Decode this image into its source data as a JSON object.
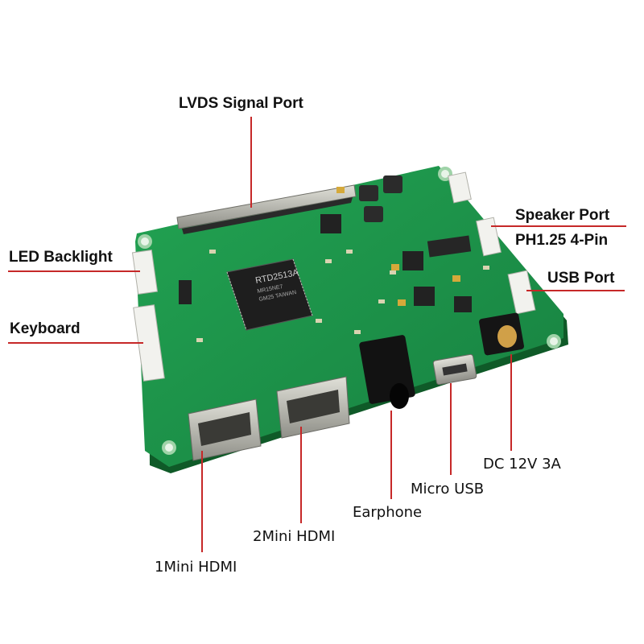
{
  "labels": {
    "lvds": "LVDS Signal Port",
    "led_backlight": "LED Backlight",
    "keyboard": "Keyboard",
    "speaker_port": "Speaker Port",
    "speaker_pin": "PH1.25 4-Pin",
    "usb_port": "USB Port",
    "dc": "DC 12V 3A",
    "micro_usb": "Micro USB",
    "earphone": "Earphone",
    "mini_hdmi_2": "2Mini HDMI",
    "mini_hdmi_1": "1Mini HDMI"
  },
  "chip": {
    "model": "RTD2513A",
    "line2": "MR15NE7",
    "line3": "GM25 TAIWAN"
  },
  "colors": {
    "pcb": "#1f9a4a",
    "pcb_dark": "#157a38",
    "leader_line": "#c62828",
    "chip": "#1e1e1e",
    "connector": "#f2f2ee",
    "metal": "#b8b8b0"
  }
}
